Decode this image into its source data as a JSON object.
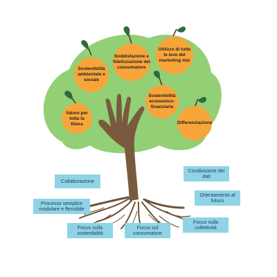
{
  "colors": {
    "canopy": "#93cf74",
    "fruit": "#f7a53a",
    "fruit_highlight": "#fcc66e",
    "leaf": "#2f6b3d",
    "stem": "#5a3a1c",
    "trunk": "#7a5a3f",
    "root": "#6e5236",
    "box": "#8fd3e6",
    "box_text": "#1f3a52"
  },
  "fruits": [
    {
      "id": "sostenibilita-ambientale",
      "label": "Sostenibilità ambientale e sociale"
    },
    {
      "id": "soddisfazione",
      "label": "Soddisfazione e fidelizzazione del consumatore"
    },
    {
      "id": "leve-marketing",
      "label": "Utilizzo di tutte le leve del marketing mix"
    },
    {
      "id": "valore-filiera",
      "label": "Valore per tutta la filiera"
    },
    {
      "id": "sostenibilita-economica",
      "label": "Sostenibilità economico-finanziaria"
    },
    {
      "id": "differenziazione",
      "label": "Differenziazione"
    }
  ],
  "roots": [
    {
      "id": "collaborazione",
      "label": "Collaborazione"
    },
    {
      "id": "processo",
      "label": "Processo semplice modulare e flessibile"
    },
    {
      "id": "focus-sostenibilita",
      "label": "Focus sulla sostenibilità"
    },
    {
      "id": "focus-consumatore",
      "label": "Focus sul consumatore"
    },
    {
      "id": "condivisione-dati",
      "label": "Condivisione dei dati"
    },
    {
      "id": "orientamento-futuro",
      "label": "Orientamento al futuro"
    },
    {
      "id": "focus-collettivita",
      "label": "Focus sulla collettività"
    }
  ]
}
